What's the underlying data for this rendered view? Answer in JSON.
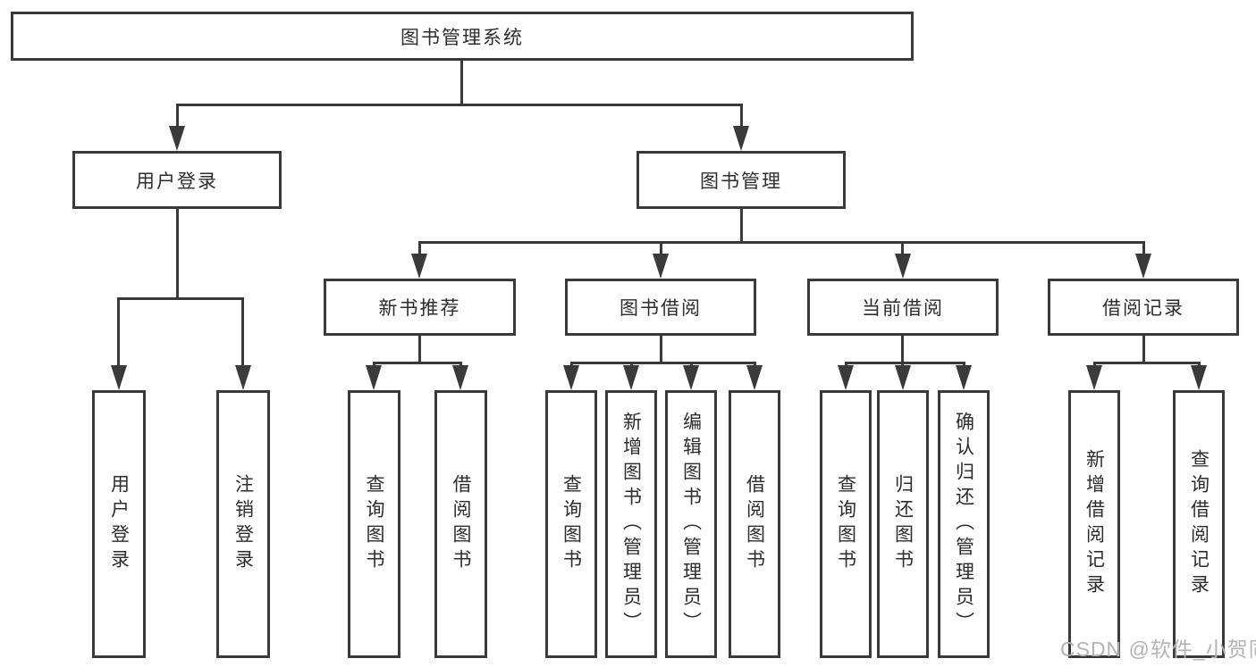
{
  "tree": {
    "root": "图书管理系统",
    "user_login": {
      "label": "用户登录",
      "children": [
        "用户登录",
        "注销登录"
      ]
    },
    "book_management": {
      "label": "图书管理",
      "sections": [
        {
          "label": "新书推荐",
          "children": [
            "查询图书",
            "借阅图书"
          ]
        },
        {
          "label": "图书借阅",
          "children": [
            "查询图书",
            "新增图书（管理员）",
            "编辑图书（管理员）",
            "借阅图书"
          ]
        },
        {
          "label": "当前借阅",
          "children": [
            "查询图书",
            "归还图书",
            "确认归还（管理员）"
          ]
        },
        {
          "label": "借阅记录",
          "children": [
            "新增借阅记录",
            "查询借阅记录"
          ]
        }
      ]
    }
  },
  "watermark": "CSDN @软件_小贺同学",
  "colors": {
    "line": "#3a3a3a",
    "text": "#2d2d2d",
    "watermark": "#b3b3b3",
    "background": "#ffffff"
  }
}
